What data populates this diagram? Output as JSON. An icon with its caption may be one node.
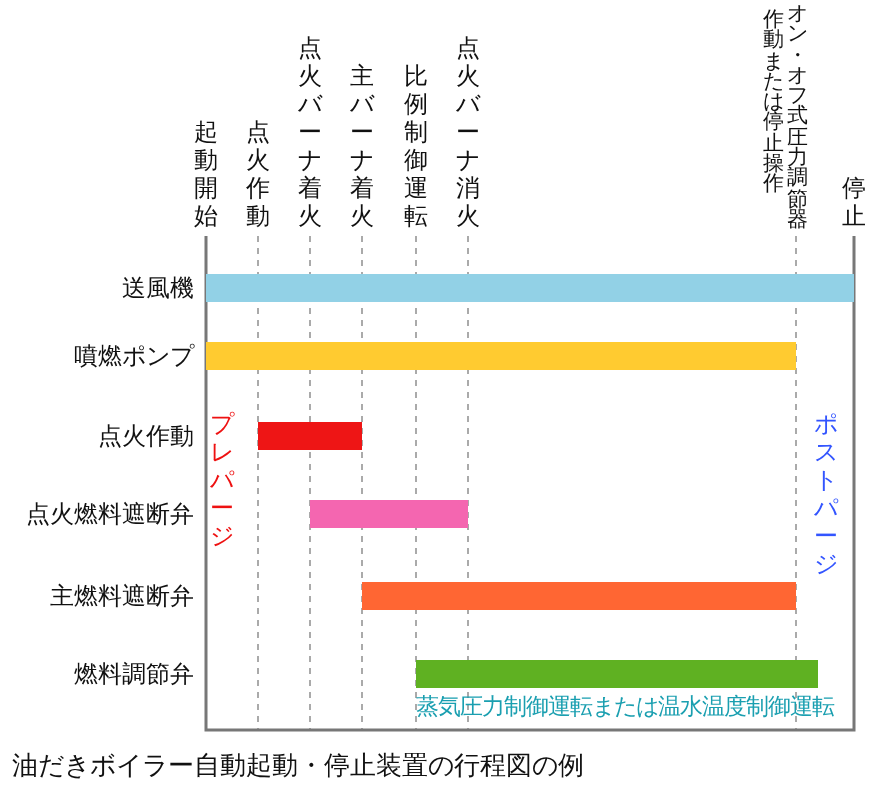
{
  "diagram": {
    "caption": "油だきボイラー自動起動・停止装置の行程図の例",
    "nodes": [
      {
        "text": [],
        "shape": "bar"
      },
      {
        "text": [],
        "shape": "bar"
      },
      {
        "text": [],
        "shape": "bar"
      },
      {
        "text": [],
        "shape": "bar"
      },
      {
        "text": [],
        "shape": "bar"
      },
      {
        "text": [],
        "shape": "bar",
        "beside": [
          "蒸気圧力制御運転または温水温度制御運転"
        ]
      }
    ],
    "labels": [
      "起動開始",
      "点火作動",
      "点火バーナ着火",
      "主バーナ着火",
      "比例制御運転",
      "点火バーナ消火",
      "作動または停止操作",
      "オン・オフ式圧力調節器",
      "停止",
      "送風機",
      "噴燃ポンプ",
      "点火作動",
      "点火燃料遮断弁",
      "主燃料遮断弁",
      "燃料調節弁",
      "プレパージ",
      "ポストパージ"
    ]
  }
}
